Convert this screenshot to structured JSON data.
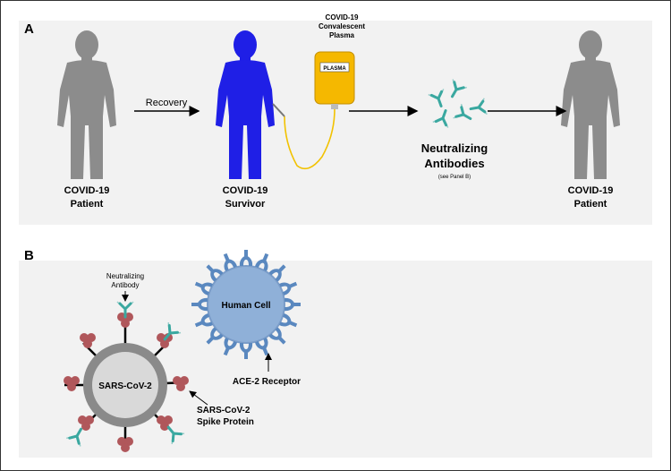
{
  "panel_a": {
    "letter": "A",
    "patient_label": [
      "COVID-19",
      "Patient"
    ],
    "recovery_label": "Recovery",
    "survivor_label": [
      "COVID-19",
      "Survivor"
    ],
    "plasma_caption": [
      "COVID-19",
      "Convalescent",
      "Plasma"
    ],
    "bag_label": "PLASMA",
    "antibodies_label": [
      "Neutralizing",
      "Antibodies"
    ],
    "see_panel": "(see Panel B)",
    "patient2_label": [
      "COVID-19",
      "Patient"
    ]
  },
  "panel_b": {
    "letter": "B",
    "neutralizing_label": [
      "Neutralizing",
      "Antibody"
    ],
    "virus_label": "SARS-CoV-2",
    "spike_label": [
      "SARS-CoV-2",
      "Spike Protein"
    ],
    "cell_label": "Human Cell",
    "receptor_label": "ACE-2 Receptor"
  },
  "colors": {
    "patient": "#8c8c8c",
    "survivor": "#1f1fe6",
    "plasma_bag": "#f5b800",
    "tube": "#f2c200",
    "antibody": "#3aa8a0",
    "virus_ring": "#8a8a8a",
    "virus_core": "#d9d9d9",
    "spike": "#b0575b",
    "cell": "#8fb0d8",
    "receptor": "#5a88bf"
  },
  "icons": [
    "person-silhouette-icon",
    "plasma-bag-icon",
    "iv-needle-icon",
    "antibody-icon",
    "virus-icon",
    "spike-protein-icon",
    "human-cell-icon",
    "receptor-icon"
  ]
}
